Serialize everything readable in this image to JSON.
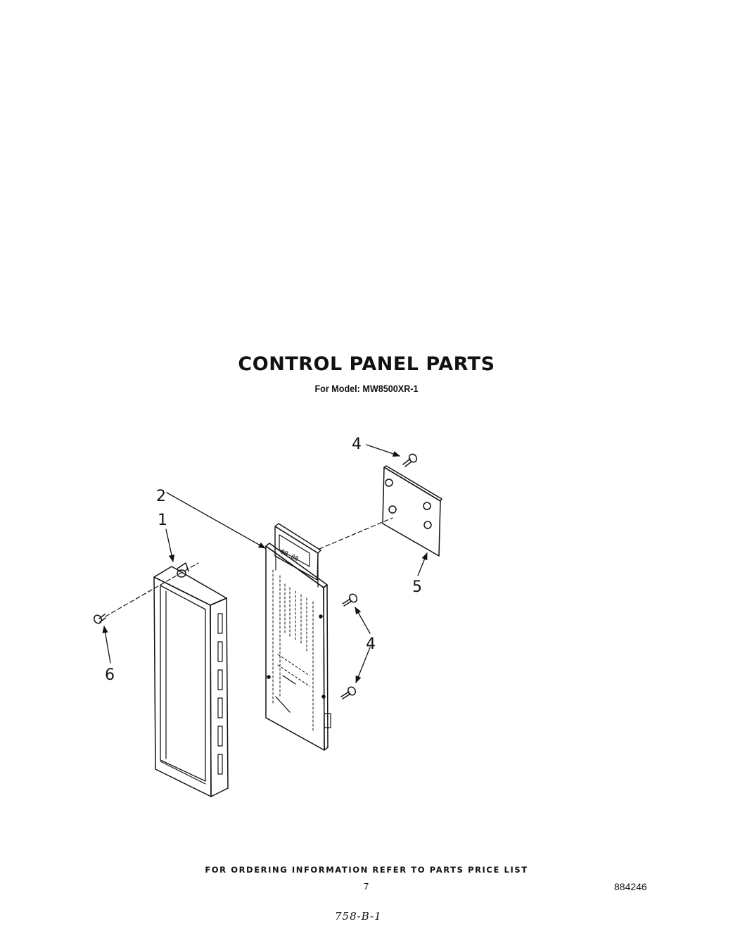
{
  "header": {
    "title": "CONTROL PANEL  PARTS",
    "subtitle": "For Model: MW8500XR-1"
  },
  "diagram": {
    "callouts": [
      {
        "id": "callout-4-top",
        "label": "4"
      },
      {
        "id": "callout-2",
        "label": "2"
      },
      {
        "id": "callout-1",
        "label": "1"
      },
      {
        "id": "callout-5",
        "label": "5"
      },
      {
        "id": "callout-4-right",
        "label": "4"
      },
      {
        "id": "callout-6",
        "label": "6"
      }
    ],
    "display_digits": "88 88"
  },
  "footer": {
    "note": "FOR ORDERING INFORMATION REFER TO PARTS PRICE LIST",
    "page_number": "7",
    "doc_number": "884246",
    "handwritten": "758-B-1"
  }
}
